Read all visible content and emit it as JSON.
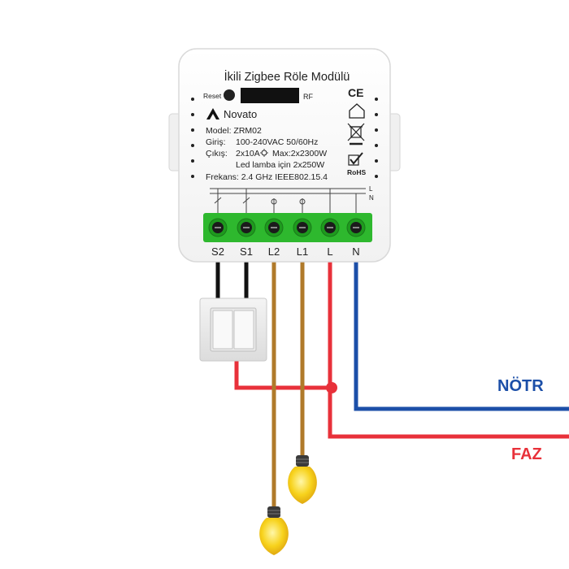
{
  "module": {
    "title": "İkili Zigbee Röle Modülü",
    "reset_label": "Reset",
    "rf_label": "RF",
    "brand": "Novato",
    "model": "Model: ZRM02",
    "input_label": "Giriş:",
    "input_value": "100-240VAC 50/60Hz",
    "output_label": "Çıkış:",
    "output_value": "2x10A",
    "output_max": "Max:2x2300W",
    "led_line": "Led lamba için 2x250W",
    "frequency": "Frekans: 2.4 GHz  IEEE802.15.4",
    "ce_mark": "CE",
    "rohs_mark": "RoHS",
    "bus_l": "L",
    "bus_n": "N",
    "terminals": [
      "S2",
      "S1",
      "L2",
      "L1",
      "L",
      "N"
    ],
    "terminal_color": "#2eb82e"
  },
  "wiring": {
    "neutral_label": "NÖTR",
    "phase_label": "FAZ",
    "neutral_color": "#1c4fa8",
    "phase_color": "#e8313a",
    "switch_wire_color": "#111111",
    "load_wire_color": "#b07a2a"
  },
  "icons": {
    "brand_logo": "triangle-logo",
    "home": "house-icon",
    "weee": "crossed-bin-icon",
    "check": "checkbox-icon",
    "bulb": "light-bulb-icon"
  }
}
